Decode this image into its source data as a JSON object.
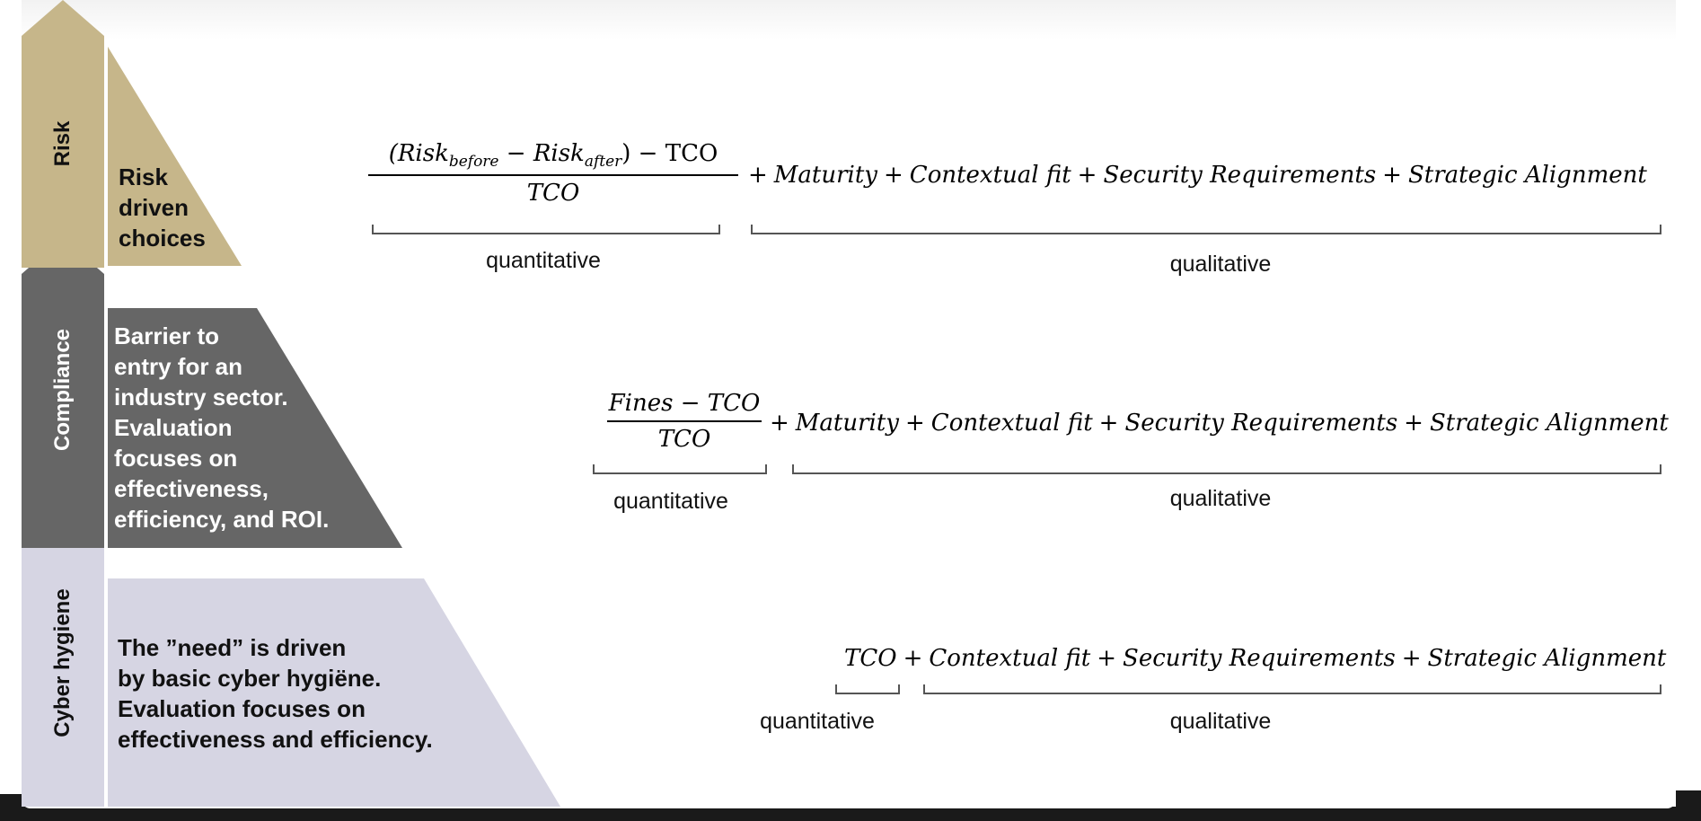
{
  "colors": {
    "risk": "#c6b68a",
    "compliance": "#666666",
    "hygiene": "#d6d5e3"
  },
  "tiers": {
    "risk": {
      "title": "Risk",
      "description": [
        "Risk",
        "driven",
        "choices"
      ]
    },
    "compliance": {
      "title": "Compliance",
      "description": [
        "Barrier to",
        "entry for an",
        "industry sector.",
        "Evaluation",
        "focuses on",
        "effectiveness,",
        "efficiency, and ROI."
      ]
    },
    "hygiene": {
      "title": "Cyber hygiene",
      "description": [
        "The ”need” is driven",
        "by basic cyber hygiëne.",
        "Evaluation focuses on",
        "effectiveness and efficiency."
      ]
    }
  },
  "formulas": {
    "risk": {
      "numerator_open": "(Risk",
      "before_sub": "before",
      "minus": " − Risk",
      "after_sub": "after",
      "numerator_close": ") − ",
      "tco": "TCO",
      "denominator": "TCO",
      "terms": [
        "+",
        "Maturity",
        "+",
        "Contextual fit",
        "+",
        "Security Requirements",
        "+",
        "Strategic Alignment"
      ],
      "quant_label": "quantitative",
      "qual_label": "qualitative"
    },
    "compliance": {
      "numerator": "Fines  − TCO",
      "denominator": "TCO",
      "terms": [
        "+",
        "Maturity",
        "+",
        "Contextual fit",
        "+",
        "Security Requirements",
        "+",
        "Strategic Alignment"
      ],
      "quant_label": "quantitative",
      "qual_label": "qualitative"
    },
    "hygiene": {
      "first": "TCO",
      "terms": [
        "+",
        "Contextual fit",
        "+",
        "Security Requirements",
        "+",
        "Strategic Alignment"
      ],
      "quant_label": "quantitative",
      "qual_label": "qualitative"
    }
  }
}
